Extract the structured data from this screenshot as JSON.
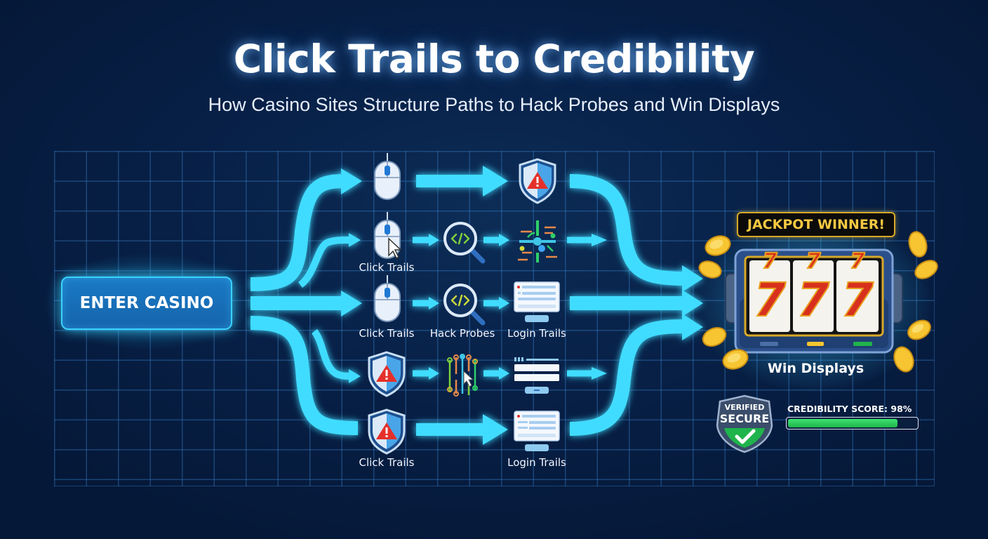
{
  "header": {
    "title": "Click Trails to Credibility",
    "subtitle": "How Casino Sites Structure Paths to Hack Probes and Win Displays"
  },
  "entry": {
    "button_label": "ENTER CASINO"
  },
  "paths": [
    {
      "row": 1,
      "nodes": [
        {
          "icon": "mouse-icon",
          "label": ""
        },
        {
          "icon": "warning-shield-icon",
          "label": ""
        }
      ]
    },
    {
      "row": 2,
      "nodes": [
        {
          "icon": "mouse-click-icon",
          "label": "Click Trails"
        },
        {
          "icon": "magnifier-code-icon",
          "label": ""
        },
        {
          "icon": "circuit-network-icon",
          "label": ""
        }
      ]
    },
    {
      "row": 3,
      "nodes": [
        {
          "icon": "mouse-icon",
          "label": "Click Trails"
        },
        {
          "icon": "magnifier-code-icon",
          "label": "Hack Probes"
        },
        {
          "icon": "login-form-icon",
          "label": "Login Trails"
        }
      ]
    },
    {
      "row": 4,
      "nodes": [
        {
          "icon": "warning-shield-icon",
          "label": ""
        },
        {
          "icon": "circuit-cursor-icon",
          "label": ""
        },
        {
          "icon": "login-form-icon",
          "label": ""
        }
      ]
    },
    {
      "row": 5,
      "nodes": [
        {
          "icon": "warning-shield-icon",
          "label": "Click Trails"
        },
        {
          "icon": "login-form-icon",
          "label": "Login Trails"
        }
      ]
    }
  ],
  "labels": {
    "row2_mouse": "Click Trails",
    "row3_mouse": "Click Trails",
    "row3_probe": "Hack Probes",
    "row3_login": "Login Trails",
    "row5_shield": "Click Trails",
    "row5_login": "Login Trails"
  },
  "win": {
    "banner": "JACKPOT WINNER!",
    "reels": [
      "7",
      "7",
      "7"
    ],
    "label": "Win Displays",
    "indicator_colors": [
      "#4a6fa5",
      "#f5c530",
      "#1fb44c"
    ]
  },
  "trust": {
    "badge_line1": "VERIFIED",
    "badge_line2": "SECURE",
    "score_label": "CREDIBILITY SCORE: 98%",
    "score_value": 98
  },
  "colors": {
    "background": "#082148",
    "grid": "#3478be",
    "arrow": "#3fdcff",
    "button": "#1a79c4",
    "gold": "#f5c842",
    "green": "#1fb44c",
    "alert_red": "#e5302a"
  }
}
